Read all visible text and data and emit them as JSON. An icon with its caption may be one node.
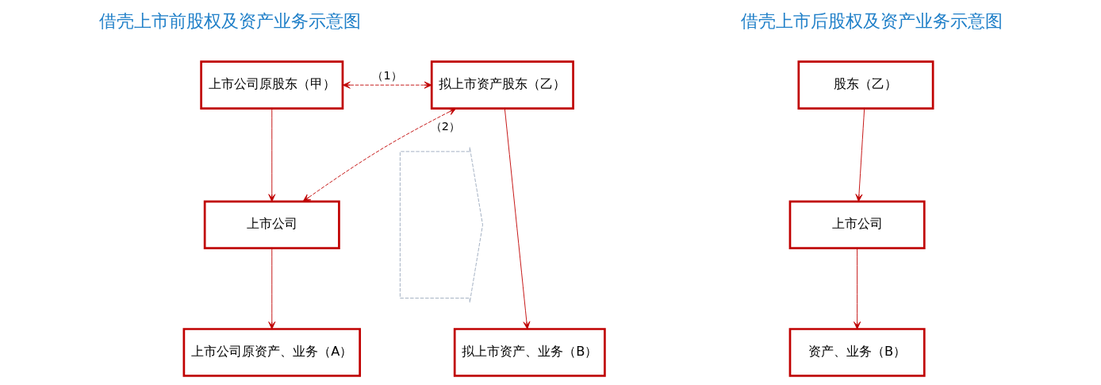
{
  "diagram": {
    "nodes": [
      {
        "text": [
          "上市公司原股东（甲）"
        ]
      },
      {
        "text": [
          "拟上市资产股东（乙）"
        ]
      },
      {
        "text": [
          "上市公司"
        ]
      },
      {
        "text": [
          "上市公司原资产、业务（A）"
        ]
      },
      {
        "text": [
          "拟上市资产、业务（B）"
        ]
      },
      {
        "text": [],
        "shape": "arrow"
      },
      {
        "text": [
          "股东（乙）"
        ]
      },
      {
        "text": [
          "上市公司"
        ]
      },
      {
        "text": [
          "资产、业务（B）"
        ]
      }
    ],
    "edges": [
      {
        "from": 0,
        "to": 1,
        "arrow": "both",
        "style": "dashed",
        "label": "（1）"
      },
      {
        "from": 0,
        "to": 2,
        "arrow": "to"
      },
      {
        "from": 2,
        "to": 3,
        "arrow": "to"
      },
      {
        "from": 2,
        "to": 1,
        "arrow": "both",
        "style": "dashed",
        "label": "（2）"
      },
      {
        "from": 1,
        "to": 4,
        "arrow": "to"
      },
      {
        "from": 6,
        "to": 7,
        "arrow": "to"
      },
      {
        "from": 7,
        "to": 8,
        "arrow": "to"
      }
    ],
    "labels": [
      "借壳上市前股权及资产业务示意图",
      "借壳上市后股权及资产业务示意图"
    ]
  }
}
